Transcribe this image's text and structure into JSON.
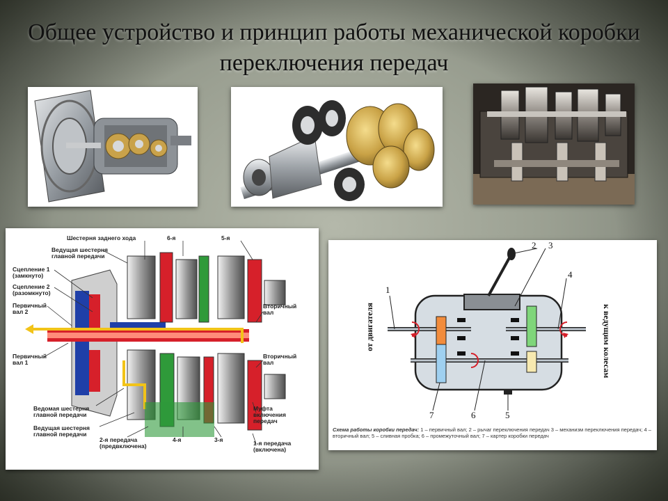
{
  "title": "Общее устройство и принцип работы механической коробки переключения передач",
  "colors": {
    "background": "#9ba092",
    "red": "#d6202a",
    "green": "#2f9a3a",
    "blue": "#1f3fa8",
    "yellow": "#f2c318"
  },
  "photos": [
    {
      "name": "transmission-housing-photo"
    },
    {
      "name": "gear-set-photo"
    },
    {
      "name": "gearbox-interior-photo"
    }
  ],
  "cutaway": {
    "labels": {
      "reverse_gear": "Шестерня заднего хода",
      "sixth": "6-я",
      "fifth": "5-я",
      "drive_main_gear": "Ведущая шестерня\nглавной передачи",
      "clutch1": "Сцепление 1\n(замкнуто)",
      "clutch2": "Сцепление 2\n(разомкнуто)",
      "primary_shaft2": "Первичный\nвал 2",
      "primary_shaft1": "Первичный\nвал 1",
      "secondary_shaft_top": "Вторичный\nвал",
      "secondary_shaft_bottom": "Вторичный\nвал",
      "driven_main_gear": "Ведомая шестерня\nглавной передачи",
      "drive_main_gear2": "Ведущая шестерня\nглавной передачи",
      "second_gear": "2-я передача\n(предвключена)",
      "fourth": "4-я",
      "third": "3-я",
      "clutch_sleeve": "Муфта\nвключения\nпередач",
      "first_gear": "1-я передача\n(включена)"
    }
  },
  "scheme": {
    "numbers": [
      "1",
      "2",
      "3",
      "4",
      "5",
      "6",
      "7"
    ],
    "from_engine": "от двигателя",
    "to_wheels": "к ведущим колесам",
    "caption_title": "Схема работы коробки передач:",
    "caption_text": " 1 – первичный вал; 2 – рычаг переключения передач 3 – механизм переключения передач; 4 – вторичный вал; 5 – сливная пробка; 6 – промежуточный вал; 7 – картер коробки передач"
  }
}
